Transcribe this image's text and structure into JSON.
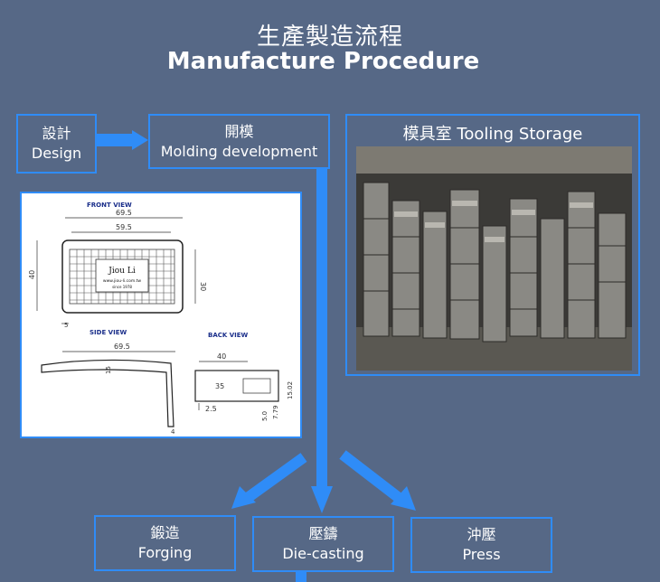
{
  "header": {
    "title_zh": "生產製造流程",
    "title_en": "Manufacture Procedure"
  },
  "steps": {
    "design": {
      "zh": "設計",
      "en": "Design"
    },
    "molding": {
      "zh": "開模",
      "en": "Molding development"
    },
    "forging": {
      "zh": "鍛造",
      "en": "Forging"
    },
    "diecasting": {
      "zh": "壓鑄",
      "en": "Die-casting"
    },
    "press": {
      "zh": "沖壓",
      "en": "Press"
    }
  },
  "tooling_storage": {
    "title": "模具室 Tooling Storage"
  },
  "drawing": {
    "front_view": "FRONT VIEW",
    "side_view": "SIDE VIEW",
    "back_view": "BACK VIEW",
    "dim_front_outer": "69.5",
    "dim_front_inner": "59.5",
    "dim_front_height": "40",
    "dim_front_inner_height": "30",
    "dim_front_margin": "5",
    "plate_name": "Jiou Li",
    "plate_url": "www.jiou-li.com.tw",
    "plate_since": "since 1978",
    "dim_side_length": "69.5",
    "dim_side_thick": "15",
    "dim_side_end": "4",
    "dim_back_width": "40",
    "dim_back_inner": "35",
    "dim_back_step": "2.5",
    "dim_back_h1": "7.79",
    "dim_back_h2": "15.02",
    "dim_back_h3": "5.0"
  },
  "colors": {
    "background": "#566886",
    "accent_blue": "#2f8cf7",
    "text": "#ffffff"
  }
}
